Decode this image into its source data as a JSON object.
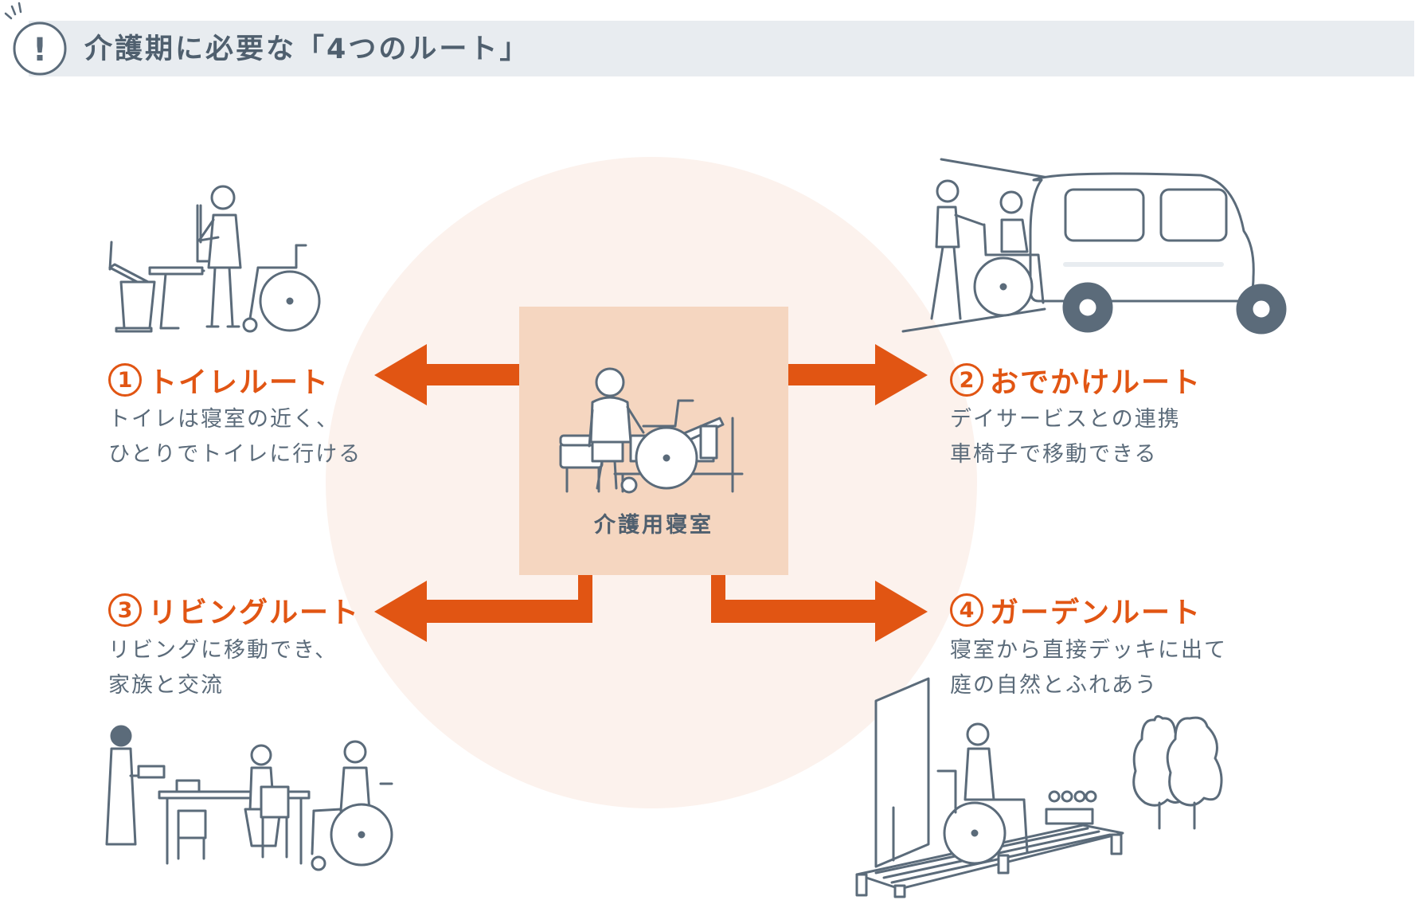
{
  "header": {
    "title": "介護期に必要な「4つのルート」",
    "icon": "!"
  },
  "center": {
    "label": "介護用寝室"
  },
  "routes": [
    {
      "num": "1",
      "title": "トイレルート",
      "desc": "トイレは寝室の近く、\nひとりでトイレに行ける"
    },
    {
      "num": "2",
      "title": "おでかけルート",
      "desc": "デイサービスとの連携\n車椅子で移動できる"
    },
    {
      "num": "3",
      "title": "リビングルート",
      "desc": "リビングに移動でき、\n家族と交流"
    },
    {
      "num": "4",
      "title": "ガーデンルート",
      "desc": "寝室から直接デッキに出て\n庭の自然とふれあう"
    }
  ],
  "colors": {
    "accent": "#e15513",
    "line": "#5b6b7a",
    "box": "#f5d6c0",
    "circle": "#fcf2ed",
    "header_bg": "#e8ecf0"
  }
}
